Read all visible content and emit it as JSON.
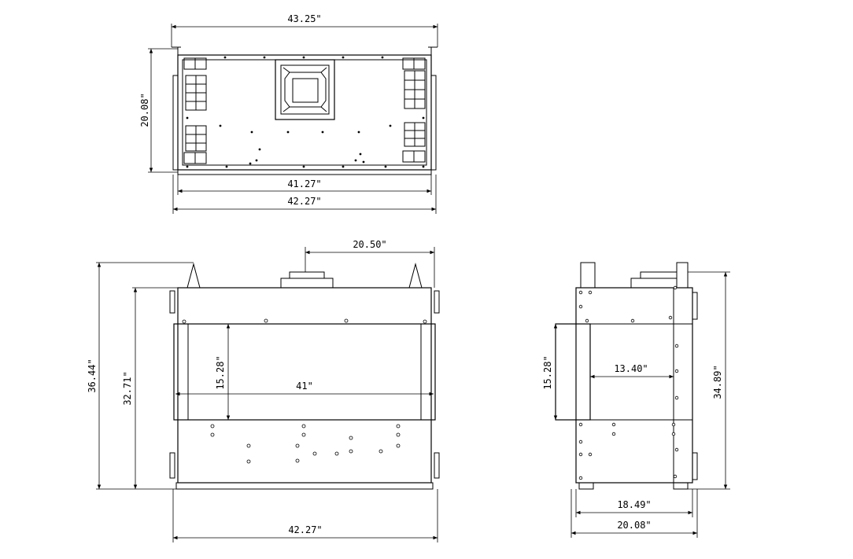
{
  "top_view": {
    "width_overall": "43.25\"",
    "depth": "20.08\"",
    "width_inner": "41.27\"",
    "width_outer": "42.27\""
  },
  "front_view": {
    "vent_offset": "20.50\"",
    "height_overall": "36.44\"",
    "height_body": "32.71\"",
    "opening_height": "15.28\"",
    "opening_width": "41\"",
    "width": "42.27\""
  },
  "side_view": {
    "opening_height": "15.28\"",
    "opening_depth": "13.40\"",
    "height_overall": "34.89\"",
    "base_depth": "18.49\"",
    "depth": "20.08\""
  }
}
